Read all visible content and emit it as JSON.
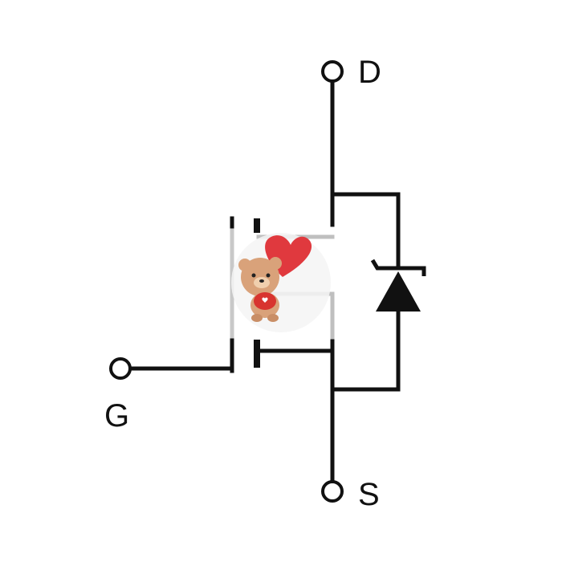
{
  "terminals": {
    "drain": {
      "label": "D"
    },
    "gate": {
      "label": "G"
    },
    "source": {
      "label": "S"
    }
  },
  "colors": {
    "wire": "#111111",
    "background": "#ffffff",
    "sticker_heart": "#e0393e",
    "sticker_bear": "#d9a27a"
  },
  "icons": {
    "body_diode": "diode-symbol-icon",
    "sticker": "teddy-bear-heart-sticker-icon"
  }
}
